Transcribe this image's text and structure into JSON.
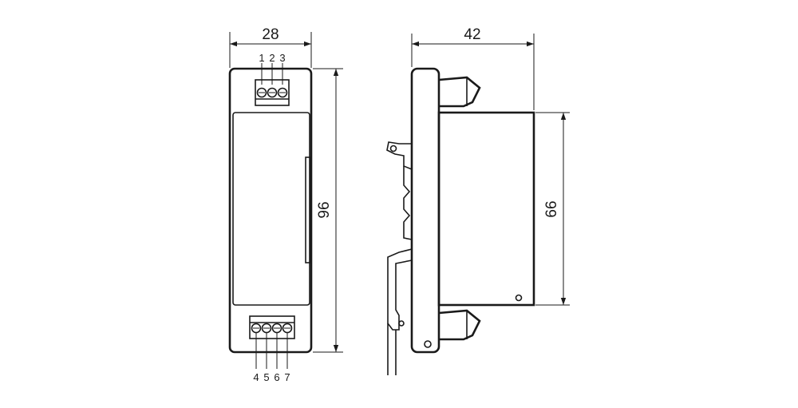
{
  "dimensions": {
    "front_width": "28",
    "front_height": "96",
    "side_depth": "42",
    "side_height": "66"
  },
  "terminals": {
    "top": [
      "1",
      "2",
      "3"
    ],
    "bottom": [
      "4",
      "5",
      "6",
      "7"
    ]
  }
}
